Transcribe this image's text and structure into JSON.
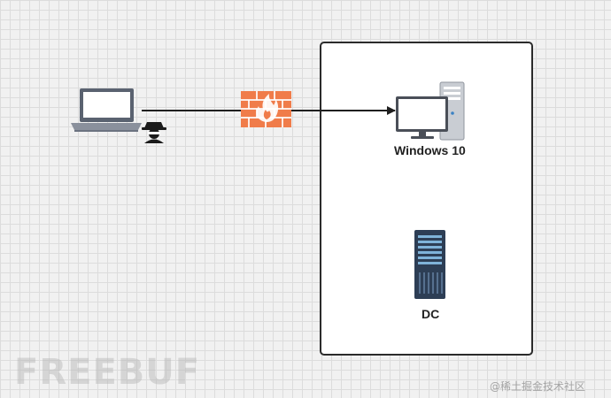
{
  "diagram": {
    "nodes": {
      "attacker_laptop": {
        "icon": "laptop-icon"
      },
      "hacker": {
        "icon": "hacker-icon"
      },
      "firewall": {
        "icon": "firewall-icon",
        "color": "#f07c4a"
      },
      "windows10": {
        "label": "Windows 10",
        "icon": "desktop-computer-icon"
      },
      "dc": {
        "label": "DC",
        "icon": "server-rack-icon",
        "color": "#2d3e55"
      }
    },
    "edges": [
      {
        "from": "attacker_laptop",
        "to": "windows10",
        "via": "firewall",
        "arrow": "end"
      }
    ]
  },
  "watermark": {
    "left_text": "FREEBUF",
    "right_text": "@稀土掘金技术社区"
  }
}
